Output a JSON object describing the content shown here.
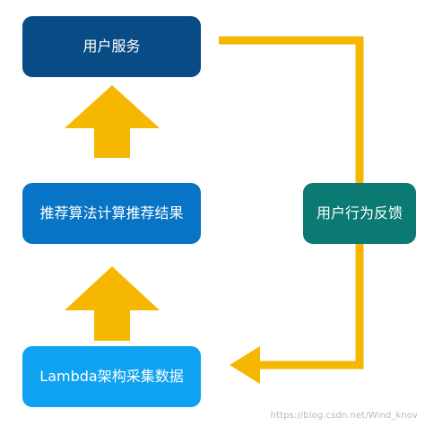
{
  "nodes": {
    "user_service": "用户服务",
    "recommend_result": "推荐算法计算推荐结果",
    "lambda_collect": "Lambda架构采集数据",
    "user_feedback": "用户行为反馈"
  },
  "watermark": "https://blog.csdn.net/Wind_knov",
  "colors": {
    "arrow": "#f5b700",
    "user_service_box": "#084b85",
    "recommend_box": "#0874c5",
    "lambda_box": "#0fa2f0",
    "feedback_box": "#0a7a72"
  }
}
